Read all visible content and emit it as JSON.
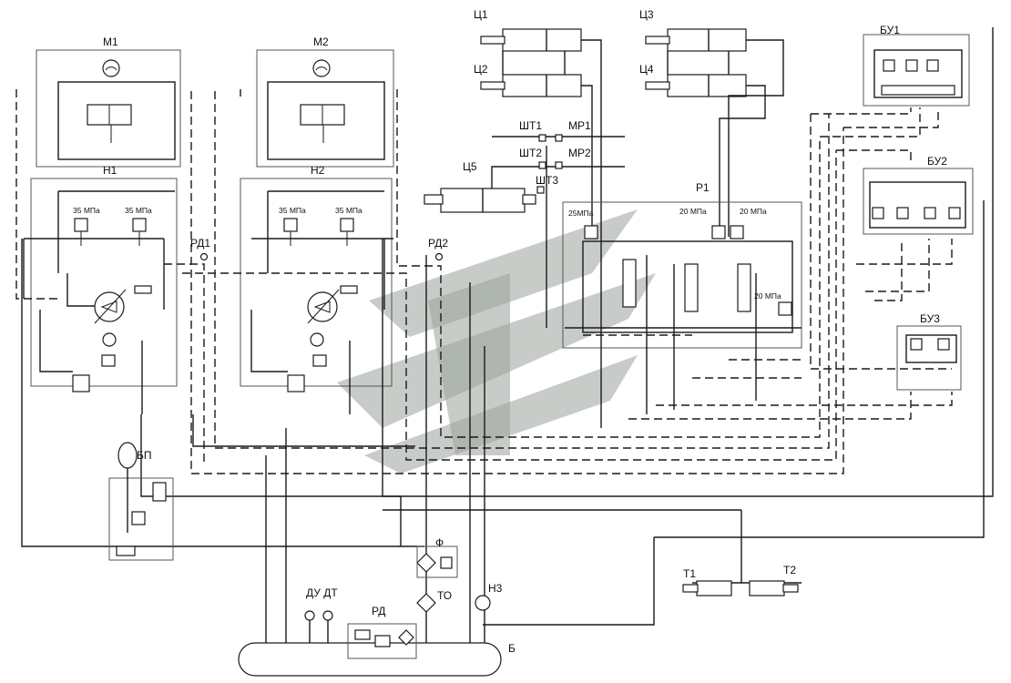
{
  "labels": {
    "m1": "М1",
    "m2": "М2",
    "h1": "Н1",
    "h2": "Н2",
    "c1": "Ц1",
    "c2": "Ц2",
    "c3": "Ц3",
    "c4": "Ц4",
    "c5": "Ц5",
    "sht1": "ШТ1",
    "sht2": "ШТ2",
    "sht3": "ШТ3",
    "mr1": "МР1",
    "mr2": "МР2",
    "r1": "Р1",
    "bu1": "БУ1",
    "bu2": "БУ2",
    "bu3": "БУ3",
    "rd1": "РД1",
    "rd2": "РД2",
    "bp": "БП",
    "f": "Ф",
    "to": "ТО",
    "n3": "Н3",
    "du_dt": "ДУ ДТ",
    "rd": "РД",
    "b": "Б",
    "t1": "Т1",
    "t2": "Т2"
  },
  "pressures": {
    "h1_left": "35 МПа",
    "h1_right": "35 МПа",
    "h2_left": "35 МПа",
    "h2_right": "35 МПа",
    "r1_a": "25МПа",
    "r1_b": "20 МПа",
    "r1_c": "20 МПа",
    "r1_d": "20 МПа"
  },
  "colors": {
    "line": "#1a1a1a",
    "watermark": "#9aa29b"
  }
}
